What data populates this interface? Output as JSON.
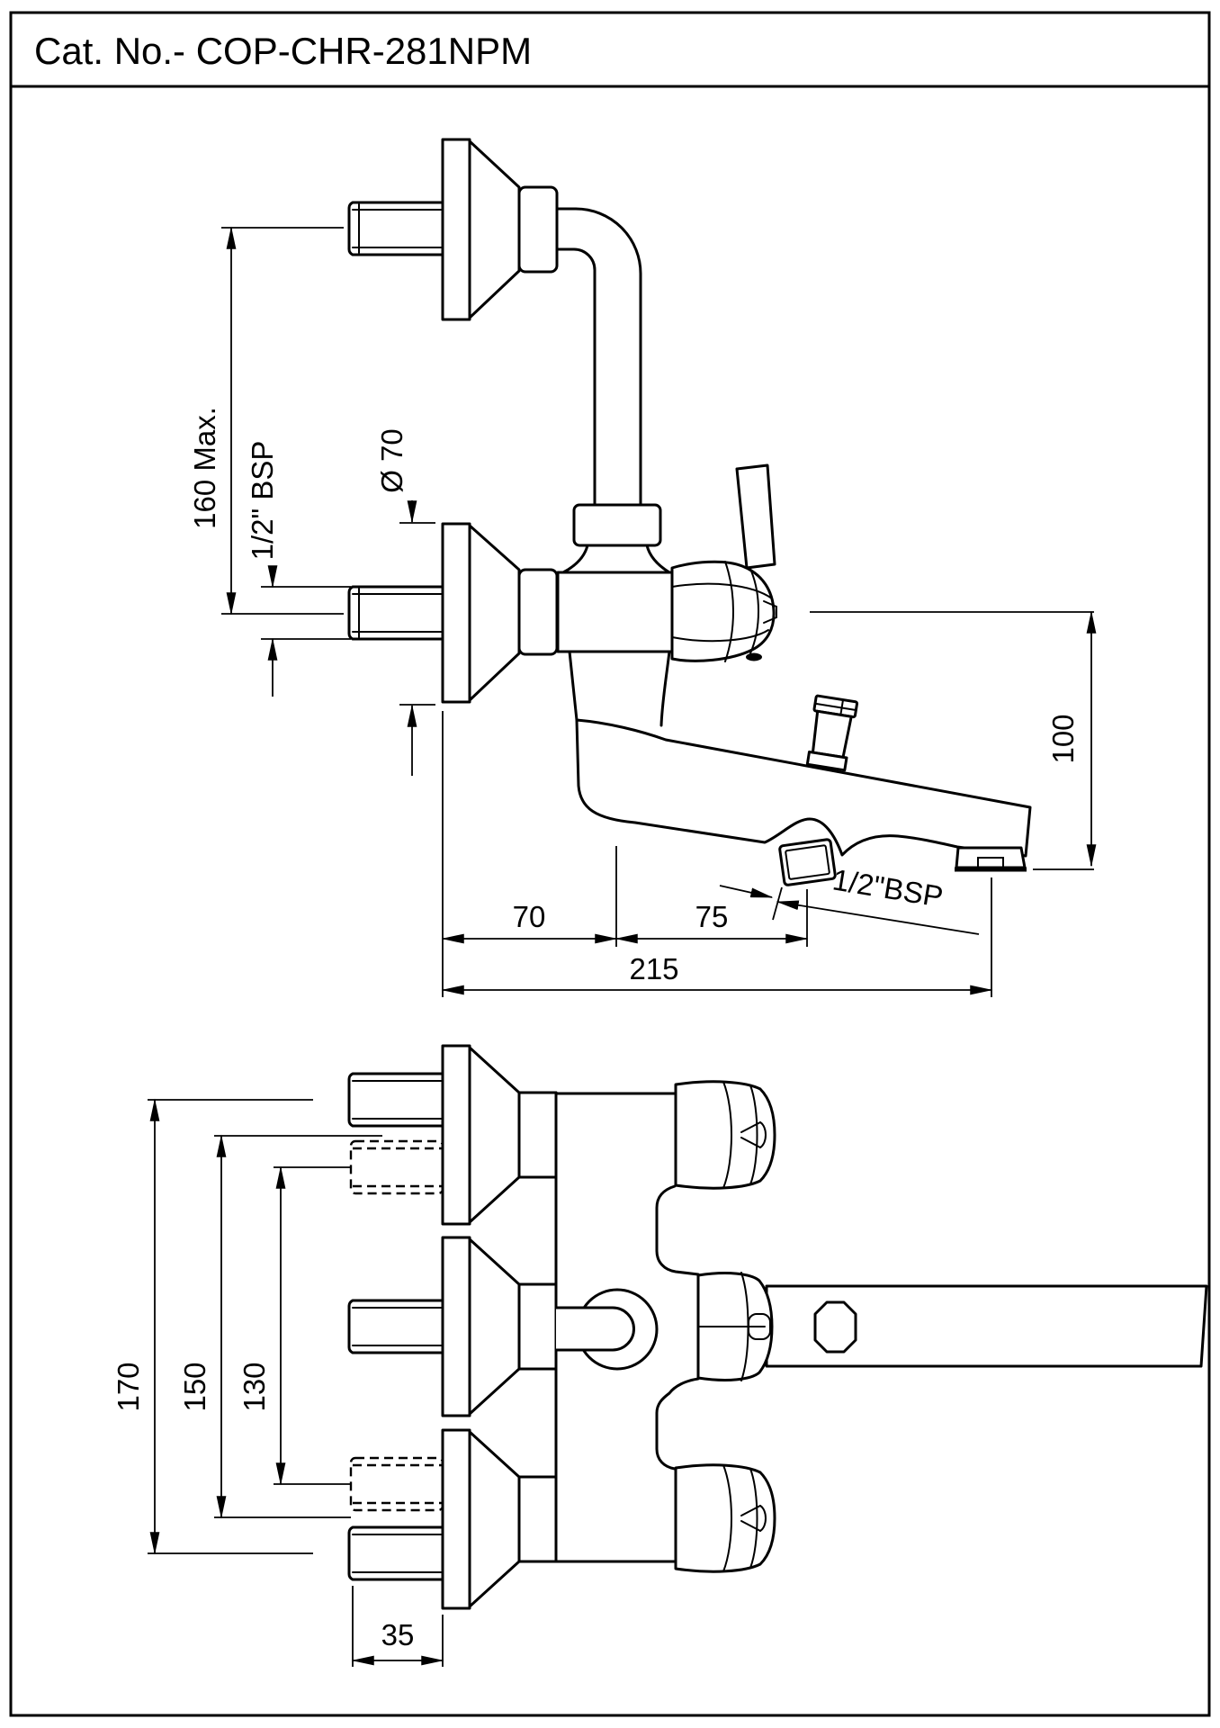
{
  "title_block": {
    "catalog_label": "Cat. No.- COP-CHR-281NPM"
  },
  "side_view": {
    "dim_height_max": "160 Max.",
    "dim_inlet_thread": "1/2\" BSP",
    "dim_flange_diameter": "Ø 70",
    "dim_spout_drop": "100",
    "dim_offset_left": "70",
    "dim_offset_right": "75",
    "dim_total_projection": "215",
    "dim_outlet_thread": "1/2\"BSP"
  },
  "front_view": {
    "dim_span_outer": "170",
    "dim_span_mid": "150",
    "dim_span_inner": "130",
    "dim_thread_length": "35"
  },
  "colors": {
    "line": "#000000",
    "background": "#ffffff"
  }
}
